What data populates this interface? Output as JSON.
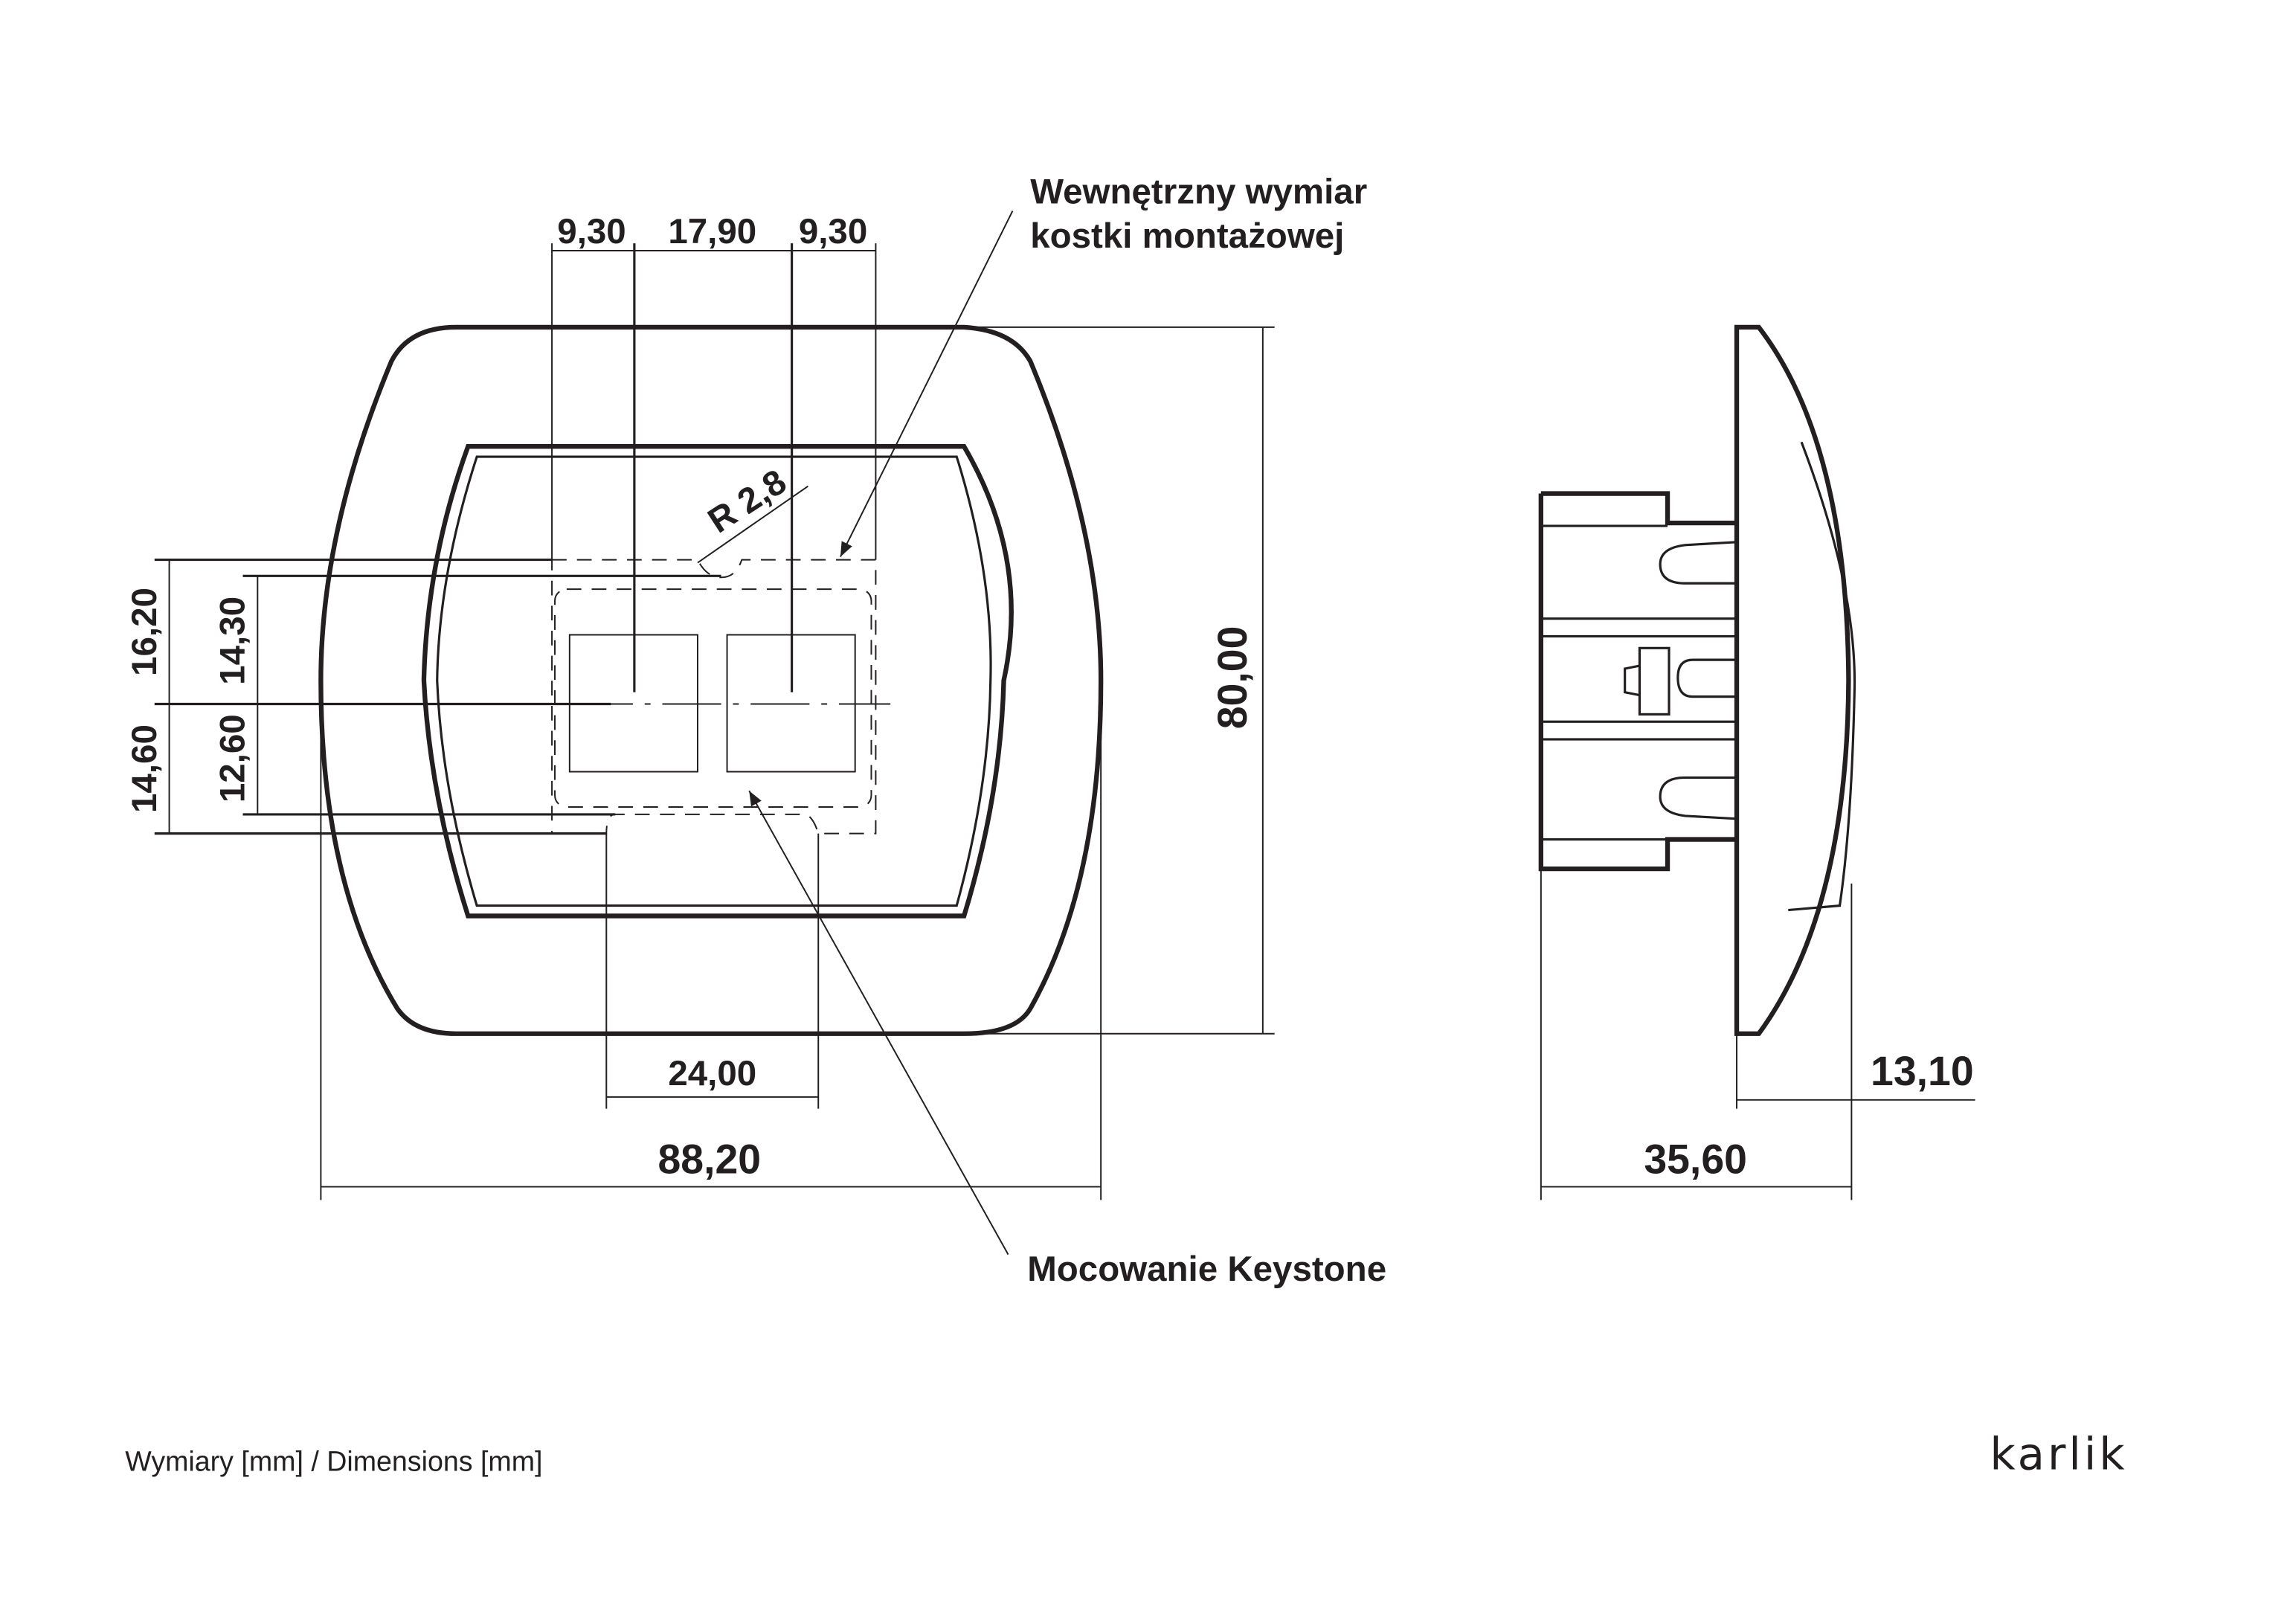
{
  "dimensions": {
    "top_left": "9,30",
    "top_middle": "17,90",
    "top_right": "9,30",
    "left_upper_outer": "16,20",
    "left_lower_outer": "14,60",
    "left_upper_inner": "14,30",
    "left_lower_inner": "12,60",
    "height": "80,00",
    "spacing": "24,00",
    "width": "88,20",
    "radius": "R 2,8",
    "front_depth": "13,10",
    "total_depth": "35,60"
  },
  "callouts": {
    "inner_dimension_line1": "Wewnętrzny wymiar",
    "inner_dimension_line2": "kostki montażowej",
    "keystone_mount": "Mocowanie Keystone"
  },
  "footer": {
    "units_note": "Wymiary [mm] / Dimensions [mm]",
    "logo": "karlik"
  }
}
